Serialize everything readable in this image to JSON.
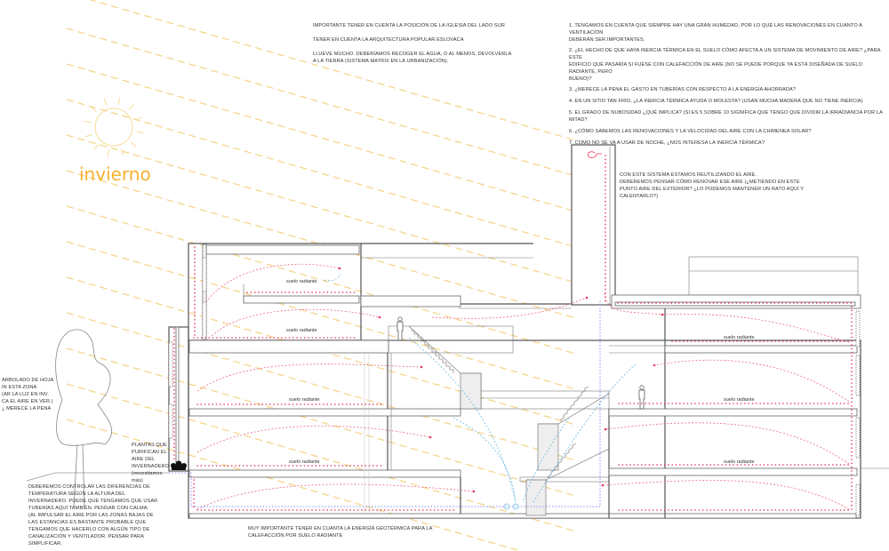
{
  "season_label": "invierno",
  "floor_label": "suelo radiante",
  "notes": {
    "top_center": "IMPORTANTE TENER EN CUENTA LA POSICIÓN DE LA IGLESIA DEL LADO SUR\n\nTENER EN CUENTA LA ARQUITECTURA POPULAR ESLOVACA\n\nLLUEVE MUCHO. DEBERÍAMOS RECOGER EL AGUA, O AL MENOS, DEVOLVERLA\nA LA TIERRA (SISTEMA MATRIX EN LA URBANIZACIÓN).",
    "questions": [
      "1. TENGAMOS EN CUENTA QUE SIEMPRE HAY UNA GRAN HUMEDAD, POR LO QUE LAS RENOVACIONES EN CUANTO A VENTILACIÓN\nDEBERÁN SER IMPORTANTES.",
      "2. ¿EL HECHO DE QUE HAYA INERCIA TÉRMICA EN EL SUELO CÓMO AFECTA A UN SISTEMA DE MOVIMIENTO DE AIRE? ¿PARA ESTE\nEDIFICIO QUÉ PASARÍA SI FUESE CON CALEFACCIÓN DE AIRE (NO SE PUEDE PORQUE YA ESTÁ DISEÑADA DE SUELO RADIANTE, PERO\nBUENO)?",
      "3. ¿MERECE LA PENA EL GASTO EN TUBERÍAS CON RESPECTO A LA ENERGÍA AHORRADA?",
      "4. EN UN SITIO TAN FRÍO, ¿LA INERCIA TÉRMICA AYUDA O MOLESTA? (USAN MUCHA MADERA QUE NO TIENE INERCIA)",
      "5. EL GRADO DE NUBOSIDAD ¿QUÉ IMPLICA? (SI ES 5 SOBRE 10 SIGNIFICA QUE TENGO QUE DIVIDIR LA IRRADIANCIA POR LA MITAD?",
      "6. ¿CÓMO SABEMOS LAS RENOVACIONES Y LA VELOCIDAD DEL AIRE CON LA CHIMENEA SOLAR?",
      "7. COMO NO SE VA A USAR DE NOCHE, ¿NOS INTERESA LA INERCIA TÉRMICA?"
    ],
    "chimney": "CON ESTE SISTEMA ESTAMOS REUTILIZANDO EL AIRE.\nDEBEREMOS PENSAR CÓMO RENOVAR ESE AIRE (¿METIENDO EN ESTE\nPUNTO AIRE DEL EXTERIOR? ¿LO PODEMOS MANTENER UN RATO AQUÍ Y\nCALENTARLO?)",
    "trees": "ARBOLADO DE HOJA\nIN ESTA ZONA\n(AR LA LUZ EN INV.\nCA EL AIRE EN VER.)\n¿ MERECE LA PENA",
    "plants": "PLANTAS QUE\nPURIFICAN EL\nAIRE DEL\nINVERNADERO\n(necesitamos\nmás)",
    "greenhouse": "DEBEREMOS CONTROLAR LAS DIFERENCIAS DE\nTEMPERATURA SEGÚN LA ALTURA DEL\nINVERNADERO. PUEDE QUE TENGAMOS QUE USAR\nTUBERÍAS AQUÍ TAMBIÉN. PENSAR CON CALMA.\n(AL IMPULSAR EL AIRE POR LAS ZONAS BAJAS DE\nLAS ESTANCIAS ES BASTANTE PROBABLE QUE\nTENGAMOS QUE HACERLO CON ALGÚN TIPO DE\nCANALIZACIÓN Y VENTILADOR. PENSAR PARA\nSIMPLIFICAR.",
    "geothermal": "MUY IMPORTANTE TENER EN CUANTA LA ENERGÍA GEOTÉRMICA PARA LA\nCALEFACCIÓN POR SUELO RADIANTE"
  },
  "colors": {
    "sun": "#f5b22e",
    "radiant_floor": "#e8365a",
    "warm_air": "#ea6a86",
    "cool_air": "#6ab8e4"
  }
}
